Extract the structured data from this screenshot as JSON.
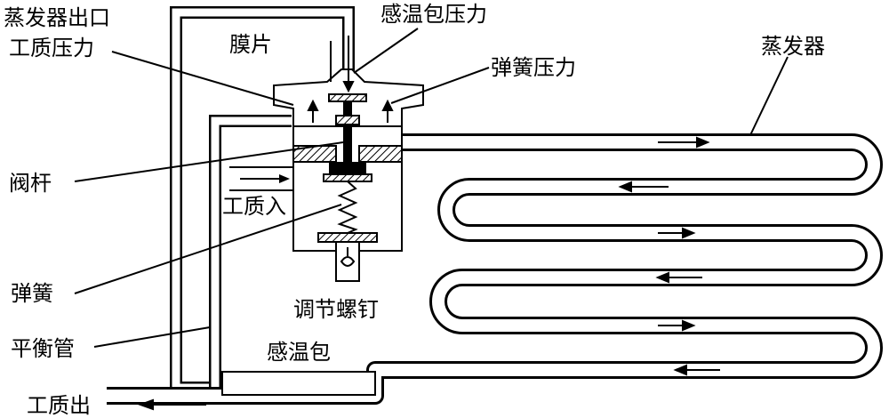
{
  "labels": {
    "evap_outlet_pressure_line1": "蒸发器出口",
    "evap_outlet_pressure_line2": "工质压力",
    "bulb_pressure": "感温包压力",
    "diaphragm": "膜片",
    "spring_pressure": "弹簧压力",
    "evaporator": "蒸发器",
    "valve_stem": "阀杆",
    "refrigerant_in": "工质入",
    "spring": "弹簧",
    "adjusting_screw": "调节螺钉",
    "equalizer_tube": "平衡管",
    "sensing_bulb": "感温包",
    "refrigerant_out": "工质出"
  }
}
